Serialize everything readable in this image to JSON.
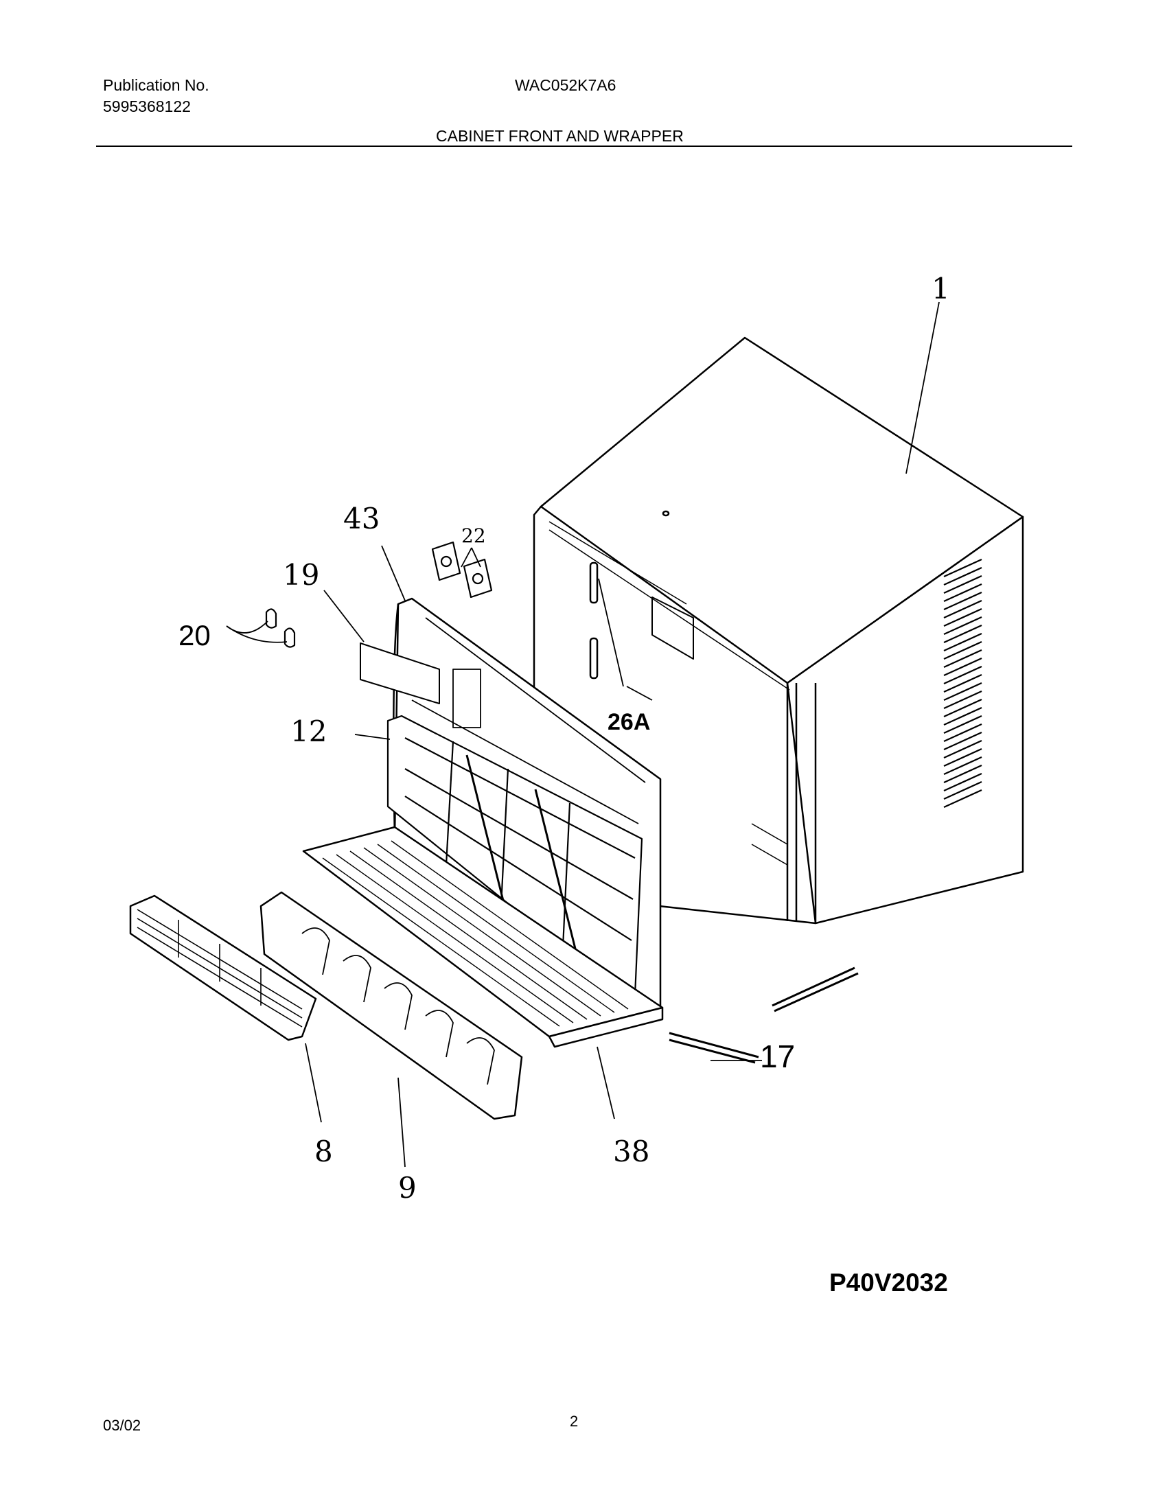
{
  "header": {
    "publication_label": "Publication No.",
    "publication_number": "5995368122",
    "model": "WAC052K7A6",
    "section_title": "CABINET FRONT AND WRAPPER"
  },
  "callouts": {
    "c1": "1",
    "c43": "43",
    "c22": "22",
    "c19": "19",
    "c20": "20",
    "c12": "12",
    "c26a": "26A",
    "c17": "17",
    "c8": "8",
    "c9": "9",
    "c38": "38"
  },
  "footer": {
    "figure_code": "P40V2032",
    "date": "03/02",
    "page_number": "2"
  }
}
